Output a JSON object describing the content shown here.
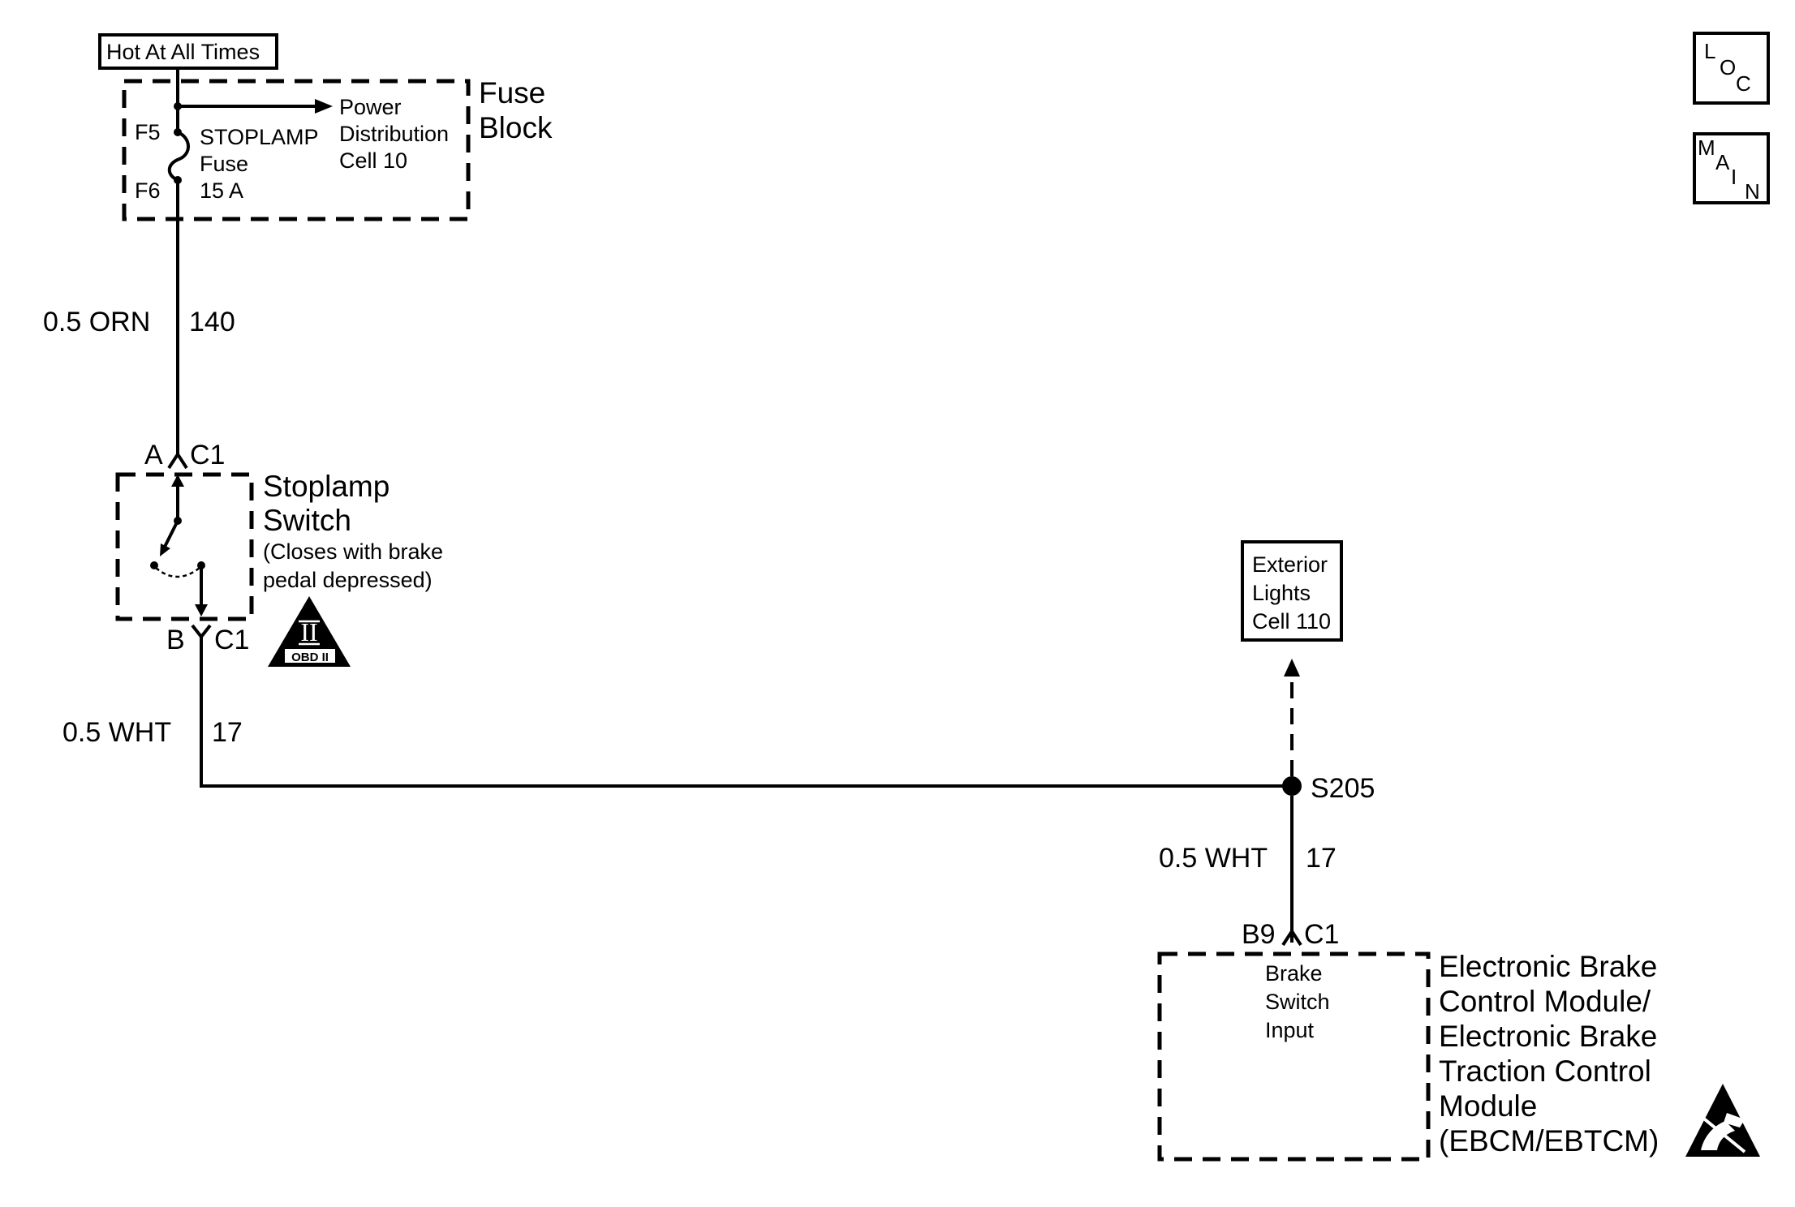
{
  "power": {
    "hot_label": "Hot At All Times"
  },
  "fuse_block": {
    "title_line1": "Fuse",
    "title_line2": "Block",
    "terminal_top": "F5",
    "terminal_bottom": "F6",
    "fuse_name": "STOPLAMP",
    "fuse_word": "Fuse",
    "fuse_rating": "15 A",
    "ref_line1": "Power",
    "ref_line2": "Distribution",
    "ref_line3": "Cell 10"
  },
  "wire_orn": {
    "gauge_color": "0.5 ORN",
    "circuit": "140"
  },
  "stoplamp_switch": {
    "top_pin": "A",
    "top_conn": "C1",
    "bottom_pin": "B",
    "bottom_conn": "C1",
    "title_line1": "Stoplamp",
    "title_line2": "Switch",
    "note_line1": "(Closes with brake",
    "note_line2": "pedal depressed)",
    "badge_roman": "II",
    "badge_label": "OBD II"
  },
  "wire_wht_1": {
    "gauge_color": "0.5 WHT",
    "circuit": "17"
  },
  "splice": {
    "label": "S205"
  },
  "exterior_lights": {
    "line1": "Exterior",
    "line2": "Lights",
    "line3": "Cell 110"
  },
  "wire_wht_2": {
    "gauge_color": "0.5 WHT",
    "circuit": "17"
  },
  "ebcm": {
    "pin": "B9",
    "conn": "C1",
    "input_line1": "Brake",
    "input_line2": "Switch",
    "input_line3": "Input",
    "title_line1": "Electronic Brake",
    "title_line2": "Control Module/",
    "title_line3": "Electronic Brake",
    "title_line4": "Traction Control",
    "title_line5": "Module",
    "title_line6": "(EBCM/EBTCM)"
  },
  "nav": {
    "loc_1": "L",
    "loc_2": "O",
    "loc_3": "C",
    "main_1": "M",
    "main_2": "A",
    "main_3": "I",
    "main_4": "N"
  },
  "icons": {
    "esd": "esd-warning-icon",
    "obd": "obd-ii-icon"
  }
}
